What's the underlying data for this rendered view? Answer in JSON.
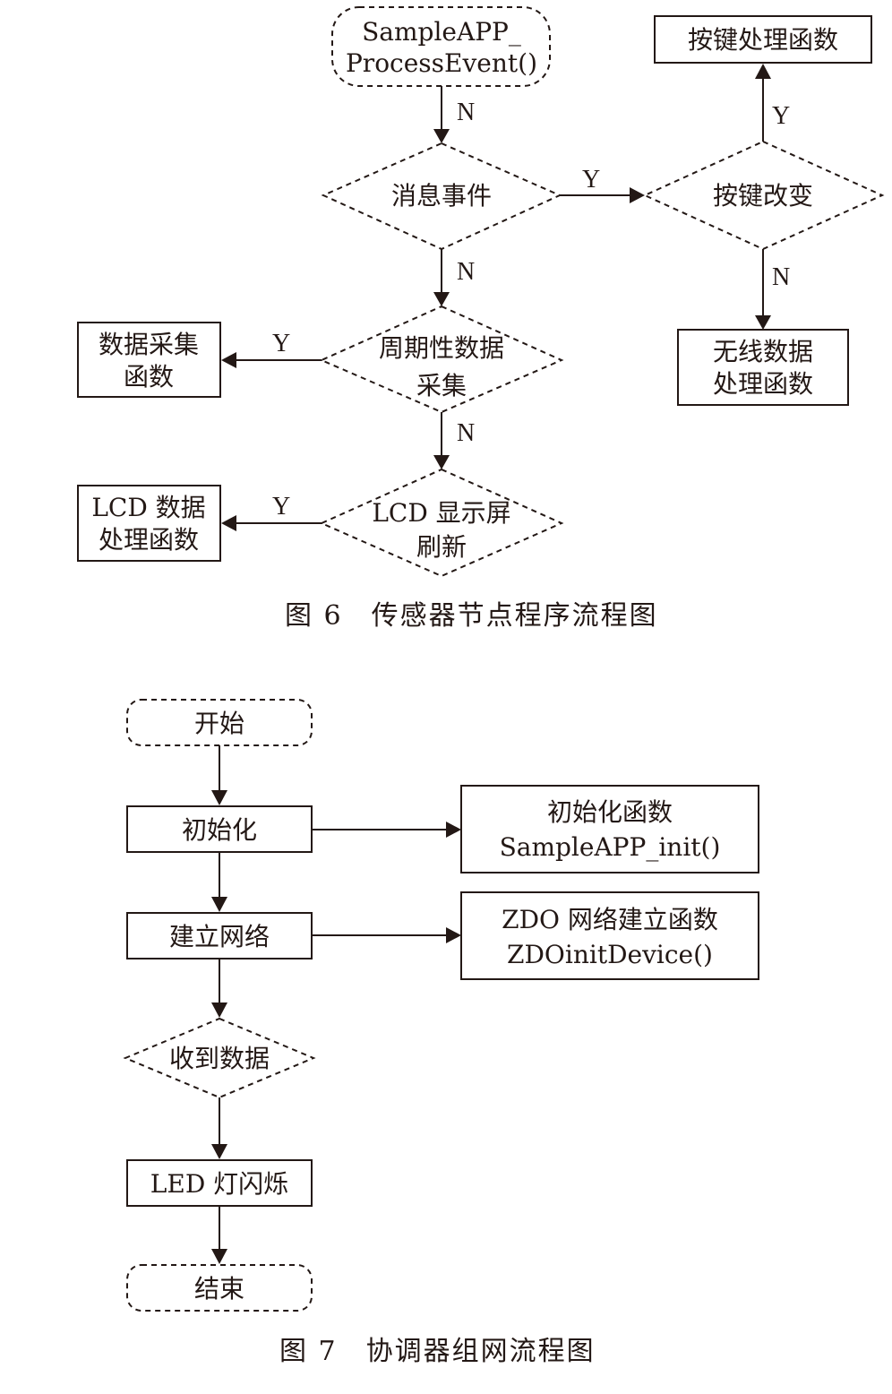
{
  "fig6": {
    "caption": "图 6　传感器节点程序流程图",
    "nodes": {
      "start": [
        "SampleAPP_",
        "ProcessEvent()"
      ],
      "msg": [
        "消息事件"
      ],
      "key_change": [
        "按键改变"
      ],
      "key_func": [
        "按键处理函数"
      ],
      "wireless": [
        "无线数据",
        "处理函数"
      ],
      "periodic": [
        "周期性数据",
        "采集"
      ],
      "collect": [
        "数据采集",
        "函数"
      ],
      "lcd_refresh": [
        "LCD 显示屏",
        "刷新"
      ],
      "lcd_func": [
        "LCD 数据",
        "处理函数"
      ]
    },
    "edge_labels": {
      "start_msg": "N",
      "msg_key": "Y",
      "key_func": "Y",
      "key_wireless": "N",
      "msg_periodic": "N",
      "periodic_collect": "Y",
      "periodic_lcd": "N",
      "lcd_func": "Y"
    }
  },
  "fig7": {
    "caption": "图 7　协调器组网流程图",
    "nodes": {
      "start": [
        "开始"
      ],
      "init": [
        "初始化"
      ],
      "init_func": [
        "初始化函数",
        "SampleAPP_init()"
      ],
      "network": [
        "建立网络"
      ],
      "zdo_func": [
        "ZDO 网络建立函数",
        "ZDOinitDevice()"
      ],
      "recv": [
        "收到数据"
      ],
      "led": [
        "LED 灯闪烁"
      ],
      "end": [
        "结束"
      ]
    }
  }
}
